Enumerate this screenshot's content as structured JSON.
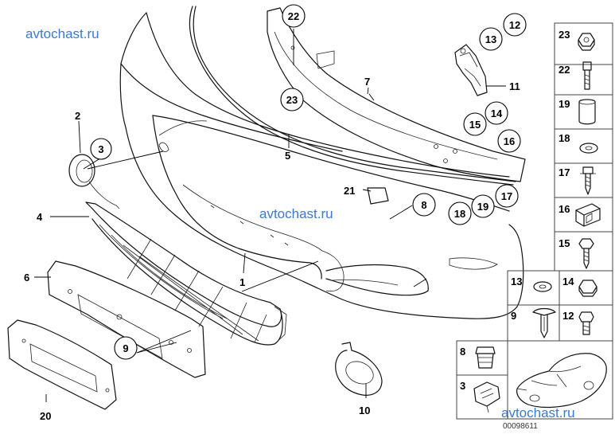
{
  "watermarks": [
    "avtochast.ru",
    "avtochast.ru",
    "avtochast.ru"
  ],
  "diagram_code": "00098611",
  "labels": {
    "l1": "1",
    "l2": "2",
    "l3": "3",
    "l4": "4",
    "l5": "5",
    "l6": "6",
    "l7": "7",
    "l8": "8",
    "l9": "9",
    "l10": "10",
    "l11": "11",
    "l12": "12",
    "l13": "13",
    "l14": "14",
    "l15": "15",
    "l16": "16",
    "l17": "17",
    "l18": "18",
    "l19": "19",
    "l20": "20",
    "l21": "21",
    "l22": "22",
    "l23": "23"
  },
  "side_legend": [
    "23",
    "22",
    "19",
    "18",
    "17",
    "16",
    "15"
  ],
  "bottom_legend": [
    "13",
    "14",
    "9",
    "12",
    "8",
    "3"
  ]
}
